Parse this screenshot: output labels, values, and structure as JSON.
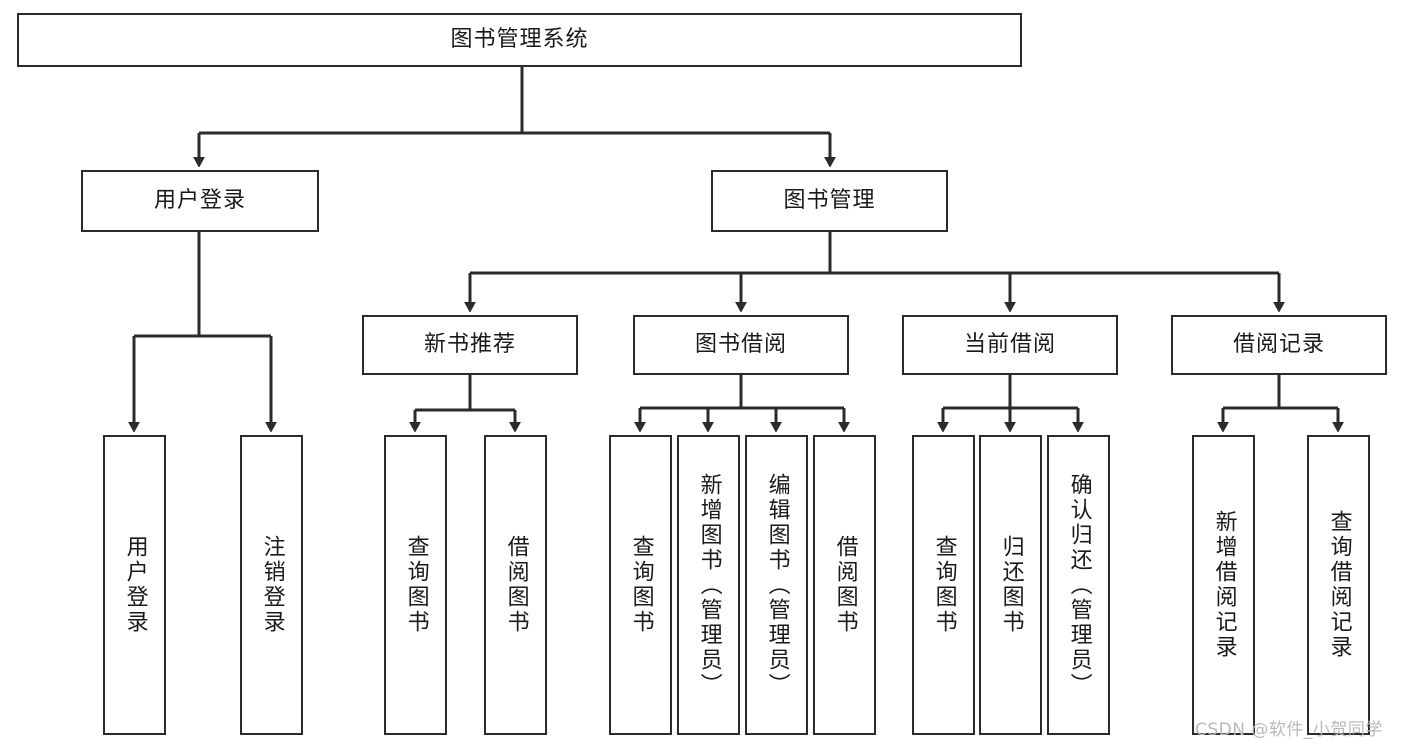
{
  "diagram": {
    "title": "图书管理系统",
    "type": "tree-hierarchy-diagram",
    "watermark": "CSDN @软件_小贺同学",
    "colors": {
      "stroke": "#2b2b2b",
      "box_fill": "#ffffff",
      "text": "#1a1a1a",
      "watermark": "#b9b9b9",
      "background": "#ffffff"
    }
  },
  "nodes": {
    "root": {
      "label": "图书管理系统"
    },
    "level2": [
      {
        "id": "user-login",
        "label": "用户登录"
      },
      {
        "id": "book-manage",
        "label": "图书管理"
      }
    ],
    "level3": [
      {
        "id": "new-book-recommend",
        "label": "新书推荐"
      },
      {
        "id": "book-borrow",
        "label": "图书借阅"
      },
      {
        "id": "current-borrow",
        "label": "当前借阅"
      },
      {
        "id": "borrow-record",
        "label": "借阅记录"
      }
    ],
    "leaves": {
      "user_login": [
        {
          "id": "leaf-user-login",
          "label": "用户登录"
        },
        {
          "id": "leaf-logout-login",
          "label": "注销登录"
        }
      ],
      "new_book_recommend": [
        {
          "id": "leaf-query-book-1",
          "label": "查询图书"
        },
        {
          "id": "leaf-borrow-book-1",
          "label": "借阅图书"
        }
      ],
      "book_borrow": [
        {
          "id": "leaf-query-book-2",
          "label": "查询图书"
        },
        {
          "id": "leaf-add-book",
          "label": "新增图书（管理员）"
        },
        {
          "id": "leaf-edit-book",
          "label": "编辑图书（管理员）"
        },
        {
          "id": "leaf-borrow-book-2",
          "label": "借阅图书"
        }
      ],
      "current_borrow": [
        {
          "id": "leaf-query-book-3",
          "label": "查询图书"
        },
        {
          "id": "leaf-return-book",
          "label": "归还图书"
        },
        {
          "id": "leaf-confirm-return",
          "label": "确认归还（管理员）"
        }
      ],
      "borrow_record": [
        {
          "id": "leaf-add-record",
          "label": "新增借阅记录"
        },
        {
          "id": "leaf-query-record",
          "label": "查询借阅记录"
        }
      ]
    }
  }
}
